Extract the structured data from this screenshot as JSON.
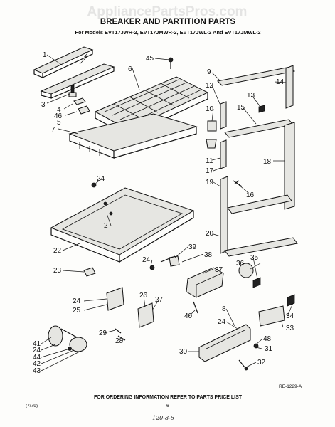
{
  "watermark": "AppliancePartsPros.com",
  "header": {
    "title": "BREAKER AND PARTITION PARTS",
    "subtitle": "For Models EVT17JWR-2, EVT17JMWR-2, EVT17JWL-2 And EVT17JMWL-2"
  },
  "footer": {
    "notice": "FOR ORDERING INFORMATION REFER TO PARTS PRICE LIST",
    "code": "RE-1229-A",
    "date": "(7/79)",
    "page": "6",
    "handwritten": "120-8-6"
  },
  "callouts": [
    "1",
    "2",
    "3",
    "4",
    "46",
    "5",
    "7",
    "45",
    "6",
    "9",
    "12",
    "14",
    "13",
    "10",
    "15",
    "11",
    "17",
    "18",
    "19",
    "16",
    "20",
    "24",
    "2",
    "22",
    "23",
    "39",
    "38",
    "24",
    "37",
    "36",
    "35",
    "24",
    "25",
    "26",
    "27",
    "40",
    "8",
    "24",
    "34",
    "33",
    "29",
    "28",
    "41",
    "24",
    "44",
    "42",
    "43",
    "30",
    "48",
    "31",
    "32"
  ]
}
